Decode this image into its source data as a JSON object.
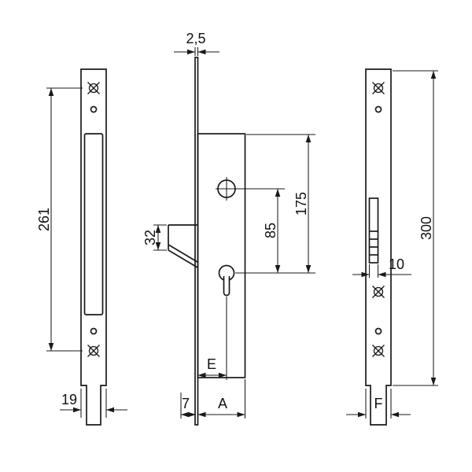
{
  "colors": {
    "line": "#1a1a1a",
    "text": "#111111",
    "background": "#ffffff"
  },
  "dimensions": {
    "plate_thickness": "2,5",
    "front_length": "261",
    "front_width": "19",
    "hook_height": "32",
    "hole_spacing": "85",
    "case_height": "175",
    "backset": "E",
    "hook_offset": "7",
    "case_depth": "A",
    "overall_height": "300",
    "latch_width": "10",
    "rear_width": "F"
  }
}
